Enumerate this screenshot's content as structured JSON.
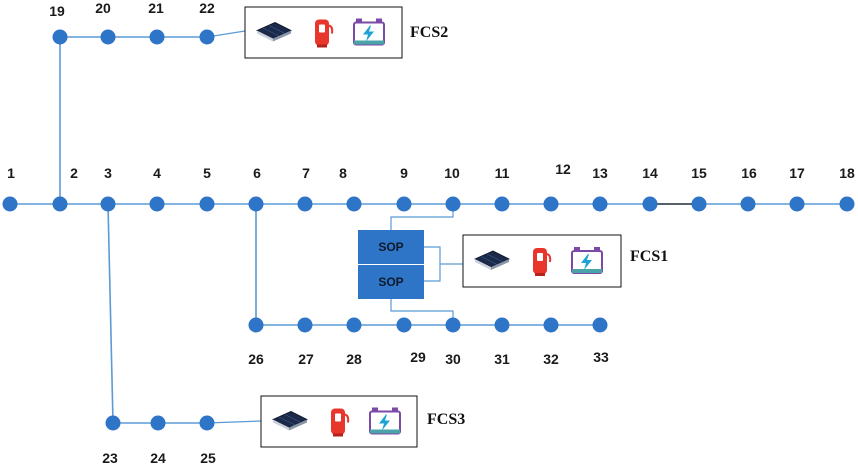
{
  "colors": {
    "line": "#5b9bd5",
    "node": "#2e75c7",
    "sop_fill": "#2e75c7",
    "dark_segment": "#1f2a36"
  },
  "buses": [
    "1",
    "2",
    "3",
    "4",
    "5",
    "6",
    "7",
    "8",
    "9",
    "10",
    "11",
    "12",
    "13",
    "14",
    "15",
    "16",
    "17",
    "18",
    "19",
    "20",
    "21",
    "22",
    "23",
    "24",
    "25",
    "26",
    "27",
    "28",
    "29",
    "30",
    "31",
    "32",
    "33"
  ],
  "stations": [
    {
      "id": "fcs2",
      "label": "FCS2",
      "icons": [
        "solar-panel-icon",
        "fuel-pump-icon",
        "battery-icon"
      ]
    },
    {
      "id": "fcs1",
      "label": "FCS1",
      "icons": [
        "solar-panel-icon",
        "fuel-pump-icon",
        "battery-icon"
      ]
    },
    {
      "id": "fcs3",
      "label": "FCS3",
      "icons": [
        "solar-panel-icon",
        "fuel-pump-icon",
        "battery-icon"
      ]
    }
  ],
  "sop": {
    "upper_label": "SOP",
    "lower_label": "SOP"
  }
}
